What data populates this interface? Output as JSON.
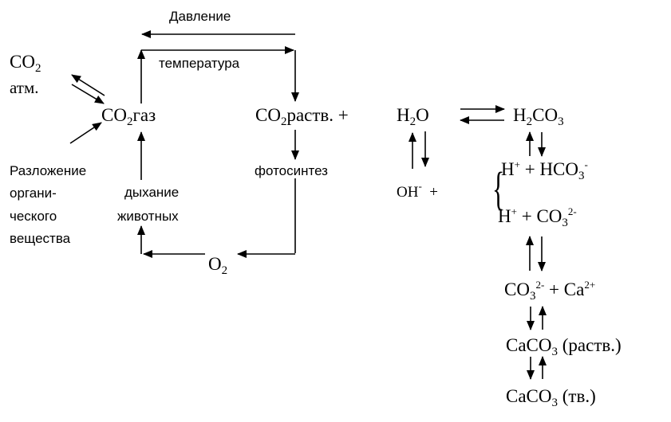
{
  "labels": {
    "pressure": "Давление",
    "temperature": "температура",
    "photosynthesis": "фотосинтез",
    "respiration_line1": "дыхание",
    "respiration_line2": "животных",
    "decomposition_line1": "Разложение",
    "decomposition_line2": "органи-",
    "decomposition_line3": "ческого",
    "decomposition_line4": "вещества"
  },
  "species": {
    "co2_atm_base": "CO",
    "co2_atm_sub": "2",
    "atm_suffix": "атм.",
    "co2_gas_base": "CO",
    "co2_gas_sub": "2",
    "co2_gas_suffix": "газ",
    "co2_dissolved_base": "CO",
    "co2_dissolved_sub": "2",
    "co2_dissolved_suffix": "раств. +",
    "water_h": "H",
    "water_sub": "2",
    "water_o": "O",
    "carbonic_h": "H",
    "carbonic_sub1": "2",
    "carbonic_co": "CO",
    "carbonic_sub2": "3",
    "hydroxide_base": "OH",
    "hydroxide_sup": "-",
    "hydroxide_plus": "+",
    "bicarb_h": "H",
    "bicarb_h_sup": "+",
    "bicarb_mid": " + HCO",
    "bicarb_sub": "3",
    "bicarb_sup": "-",
    "carb_h": "H",
    "carb_h_sup": "+",
    "carb_mid": " + CO",
    "carb_sub": "3",
    "carb_sup": "2-",
    "carb_ion_base": "CO",
    "carb_ion_sub": "3",
    "carb_ion_sup": "2-",
    "calcium_plus": " + Ca",
    "calcium_sup": "2+",
    "caco3_dissolved_base": "CaCO",
    "caco3_dissolved_sub": "3",
    "caco3_dissolved_suffix": " (раств.)",
    "caco3_solid_base": "CaCO",
    "caco3_solid_sub": "3",
    "caco3_solid_suffix": " (тв.)",
    "oxygen_base": "O",
    "oxygen_sub": "2",
    "brace_symbol": "{"
  }
}
